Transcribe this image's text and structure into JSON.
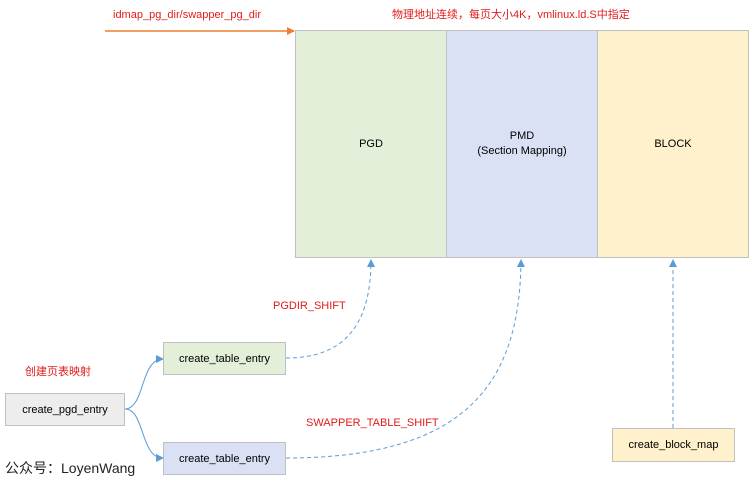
{
  "top_arrow_label": "idmap_pg_dir/swapper_pg_dir",
  "memory_note": "物理地址连续，每页大小4K，vmlinux.ld.S中指定",
  "blocks": {
    "pgd": "PGD",
    "pmd_line1": "PMD",
    "pmd_line2": "(Section Mapping)",
    "block": "BLOCK"
  },
  "shift_labels": {
    "pgdir_shift": "PGDIR_SHIFT",
    "swapper_table_shift": "SWAPPER_TABLE_SHIFT"
  },
  "mapping_label": "创建页表映射",
  "nodes": {
    "create_pgd_entry": "create_pgd_entry",
    "create_table_entry_top": "create_table_entry",
    "create_table_entry_bottom": "create_table_entry",
    "create_block_map": "create_block_map"
  },
  "watermark": "公众号：LoyenWang",
  "colors": {
    "pgd_fill": "#e3efd9",
    "pmd_fill": "#dae1f4",
    "block_fill": "#fef1cc",
    "pgd_entry_fill": "#ededed",
    "orange_arrow": "#ed7d31",
    "blue_line": "#5b9bd5",
    "red_text": "#e31b1b"
  }
}
